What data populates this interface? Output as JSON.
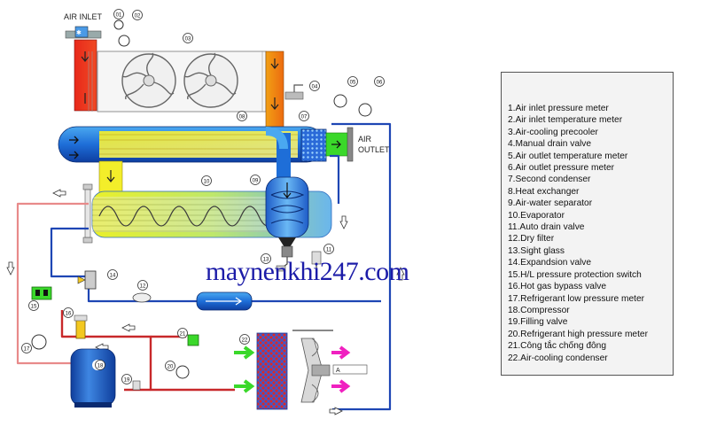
{
  "diagram": {
    "air_inlet_label": "AIR INLET",
    "air_outlet_label_1": "AIR",
    "air_outlet_label_2": "OUTLET",
    "watermark": "maynenkhi247.com",
    "fan_outlet_tag": "A",
    "callouts": [
      "01",
      "02",
      "03",
      "04",
      "05",
      "06",
      "07",
      "08",
      "09",
      "10",
      "11",
      "12",
      "13",
      "14",
      "15",
      "16",
      "17",
      "18",
      "19",
      "20",
      "21",
      "22"
    ]
  },
  "legend": {
    "items": [
      "1.Air inlet pressure  meter",
      "2.Air inlet temperature meter",
      "3.Air-cooling precooler",
      "4.Manual drain valve",
      "5.Air outlet temperature meter",
      "6.Air outlet pressure  meter",
      "7.Second condenser",
      "8.Heat exchanger",
      "9.Air-water separator",
      "10.Evaporator",
      "11.Auto drain valve",
      "12.Dry filter",
      "13.Sight glass",
      "14.Expandsion valve",
      "15.H/L pressure  protection switch",
      "16.Hot gas bypass  valve",
      "17.Refrigerant low pressure meter",
      "18.Compressor",
      "19.Filling valve",
      "20.Refrigerant high pressure meter",
      "21.Công tắc chống đông",
      "22.Air-cooling condenser"
    ]
  },
  "colors": {
    "hot_air": "#e23a2a",
    "warm_air": "#f07a10",
    "cool_air": "#2a8de8",
    "cold_air": "#1a52c8",
    "dry_air": "#3ad82a",
    "refrigerant_line": "#1e46b4",
    "hot_line": "#c8282a"
  }
}
